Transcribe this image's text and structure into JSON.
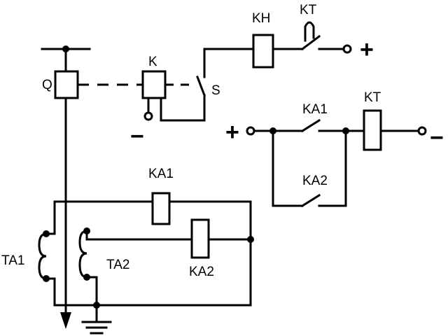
{
  "labels": {
    "q": "Q",
    "k": "K",
    "s": "S",
    "kh": "KH",
    "kt_top": "KT",
    "ka1_contact": "KA1",
    "kt_coil": "KT",
    "ka2_contact": "KA2",
    "ka1_coil": "KA1",
    "ka2_coil": "KA2",
    "ta1": "TA1",
    "ta2": "TA2"
  },
  "signs": {
    "top_right_plus": "+",
    "k_minus": "−",
    "right_plus": "+",
    "right_minus": "−"
  }
}
